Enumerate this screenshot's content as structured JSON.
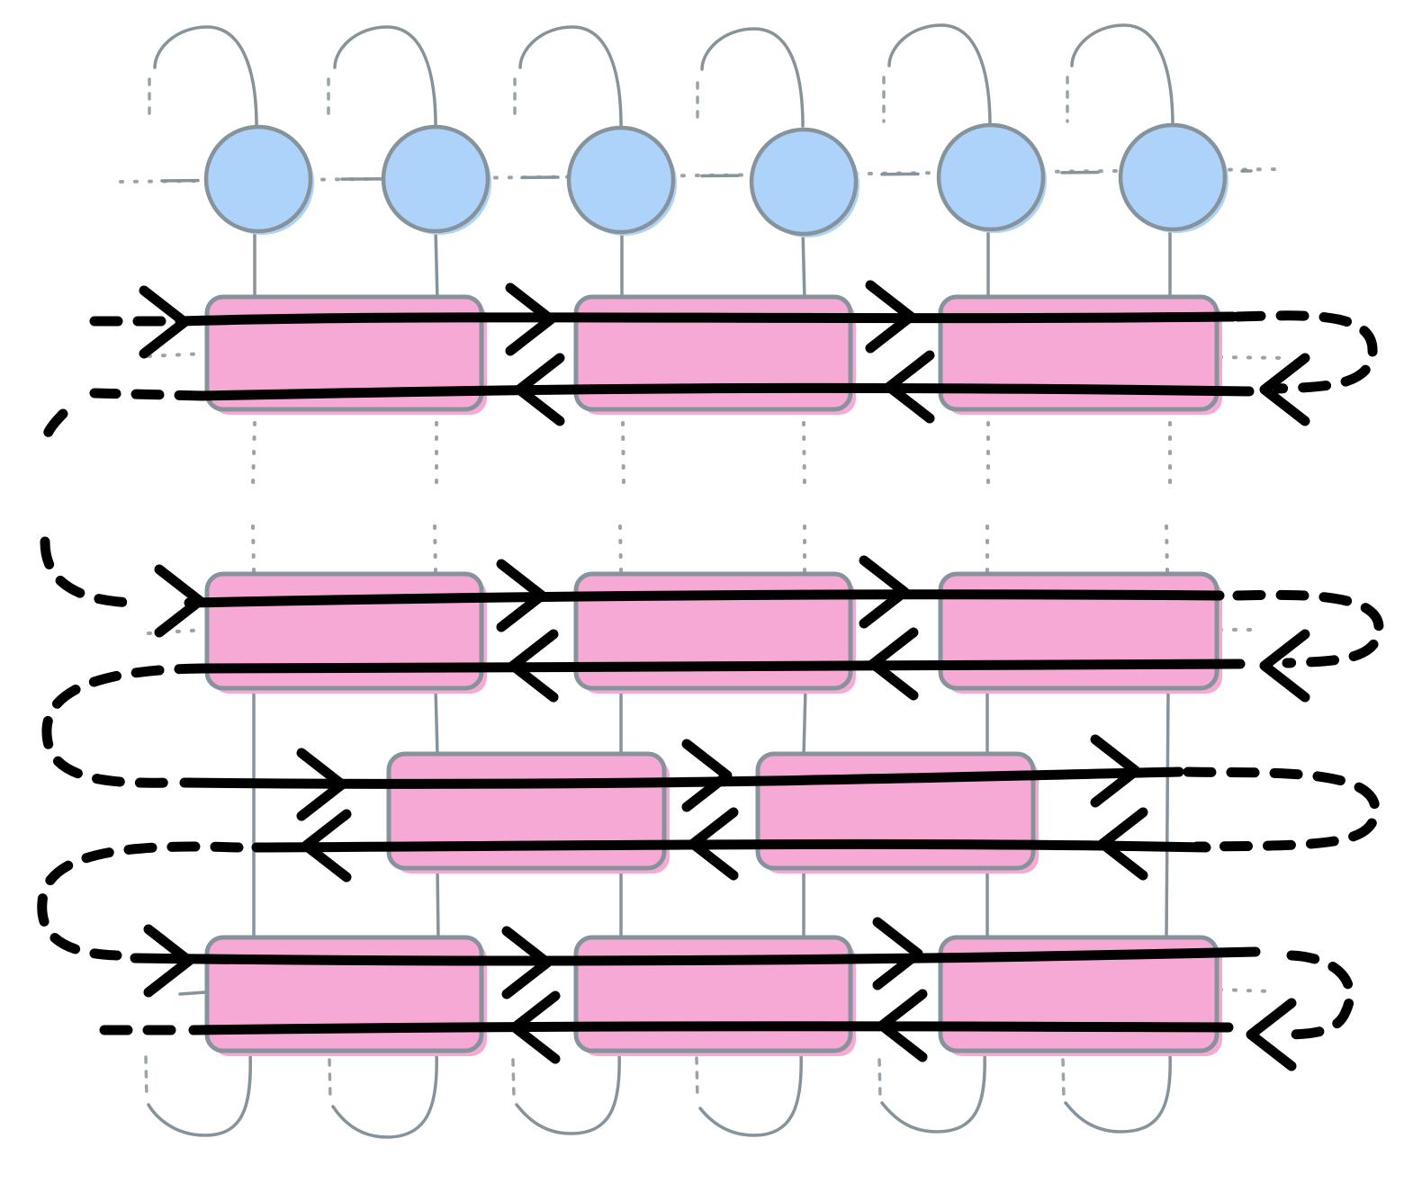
{
  "colors": {
    "site_fill": "#add3fa",
    "tensor_fill": "#f6a9d4",
    "outline": "#86939b",
    "contraction_line": "#000000"
  },
  "diagram": {
    "top_sites": 6,
    "mpo_layers": [
      {
        "row": 1,
        "blocks": 3,
        "offset": "even"
      },
      {
        "row": 2,
        "blocks": 3,
        "offset": "even"
      },
      {
        "row": 3,
        "blocks": 2,
        "offset": "odd"
      },
      {
        "row": 4,
        "blocks": 3,
        "offset": "even"
      }
    ],
    "bottom_legs": 6,
    "path_icon": "snake-contraction-path"
  }
}
